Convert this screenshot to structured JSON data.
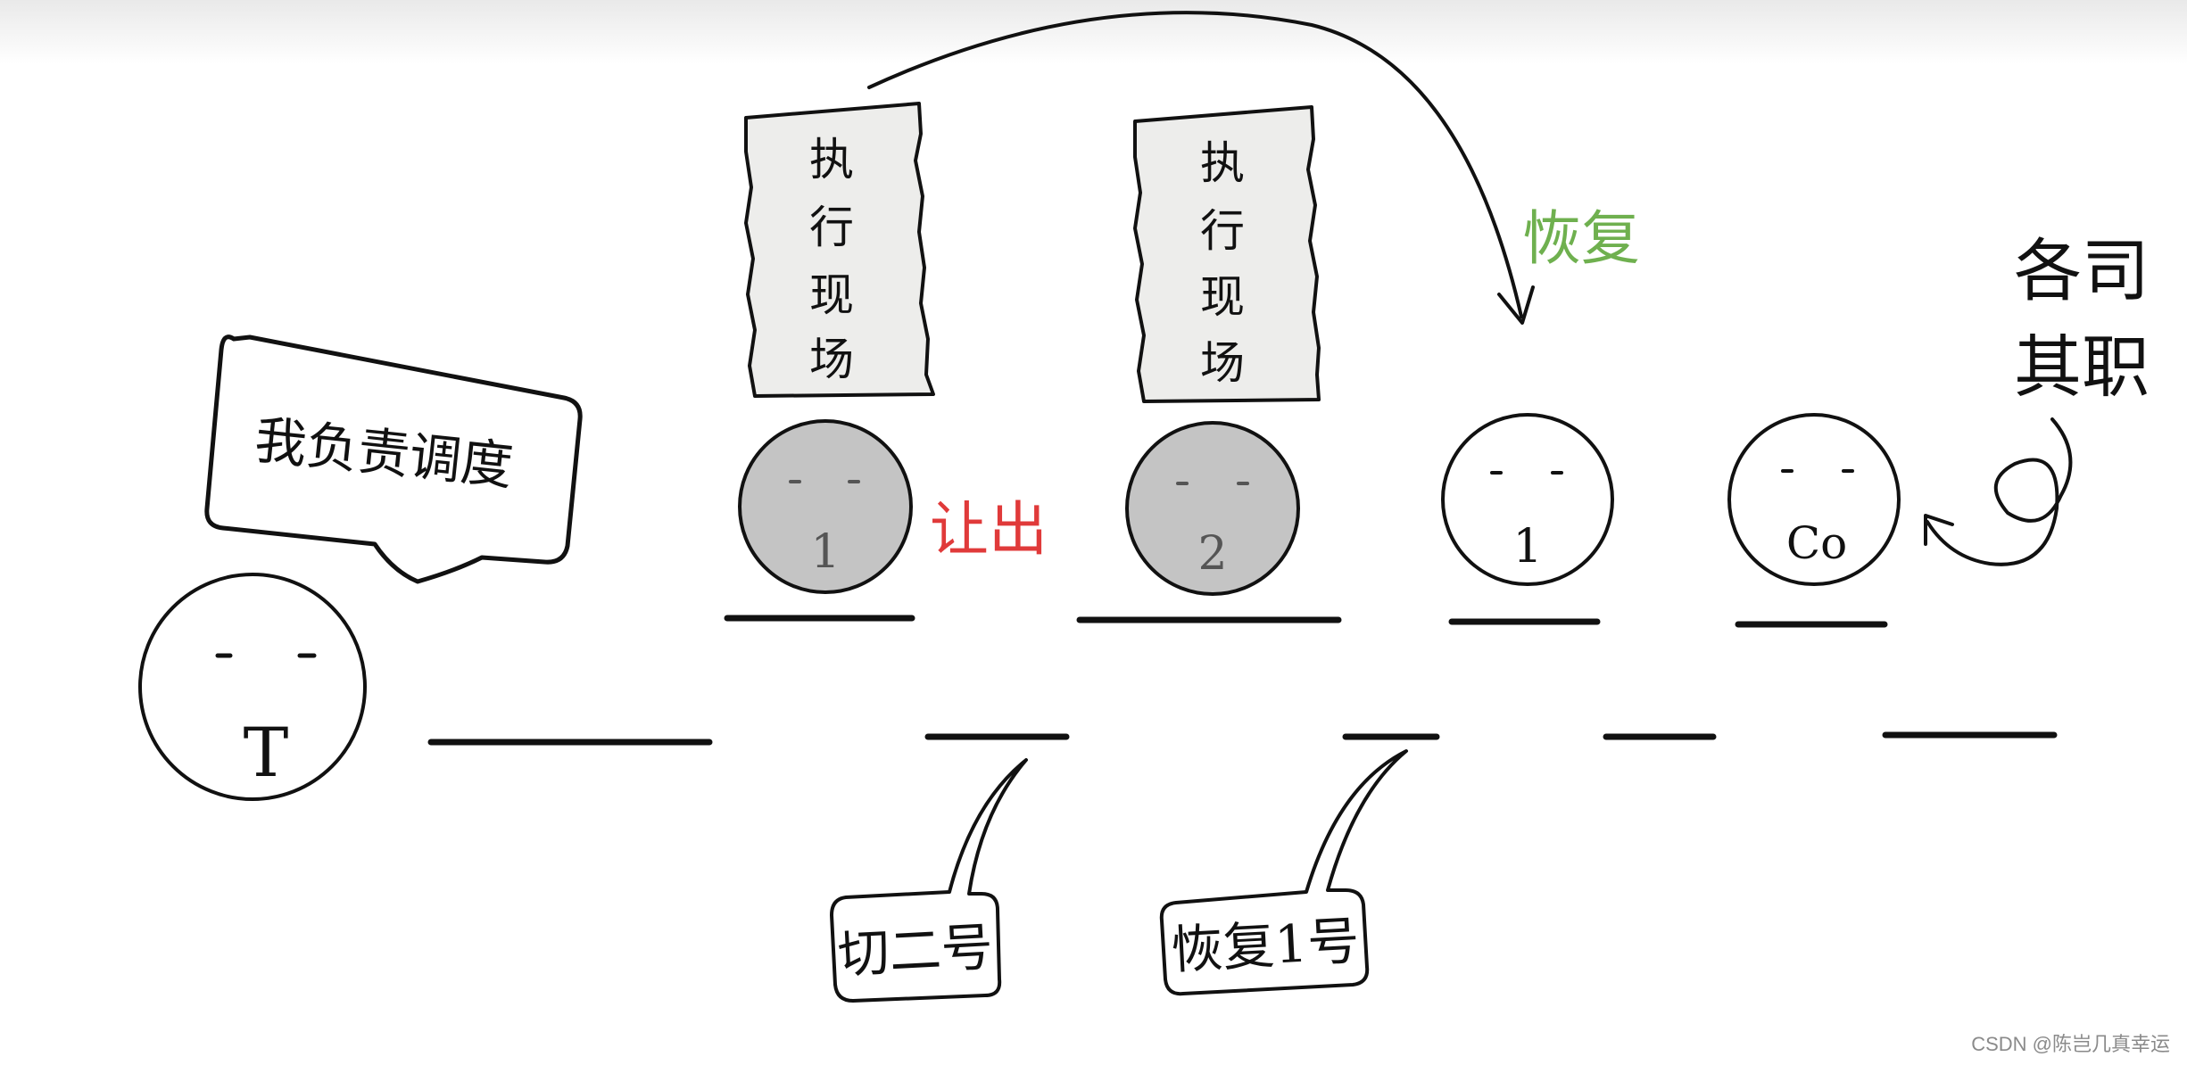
{
  "colors": {
    "ink": "#111111",
    "paper": "#ededeb",
    "ball_active": "#c4c4c4",
    "ball_idle": "#ffffff",
    "yield_red": "#e03a3a",
    "resume_green": "#6fb04f",
    "header_fade": "#f0f0f0"
  },
  "scheduler": {
    "speech": "我负责调度",
    "face_label": "T"
  },
  "context_card_1": {
    "chars": [
      "执",
      "行",
      "现",
      "场"
    ]
  },
  "context_card_2": {
    "chars": [
      "执",
      "行",
      "现",
      "场"
    ]
  },
  "coroutines": {
    "c1_label": "1",
    "c2_label": "2",
    "c1_resumed_label": "1",
    "co_label": "Co"
  },
  "annotations": {
    "yield": "让出",
    "resume": "恢复",
    "duty_line1": "各司",
    "duty_line2": "其职",
    "switch_two": "切二号",
    "resume_one": "恢复1号"
  },
  "watermark": "CSDN @陈岂几真幸运"
}
